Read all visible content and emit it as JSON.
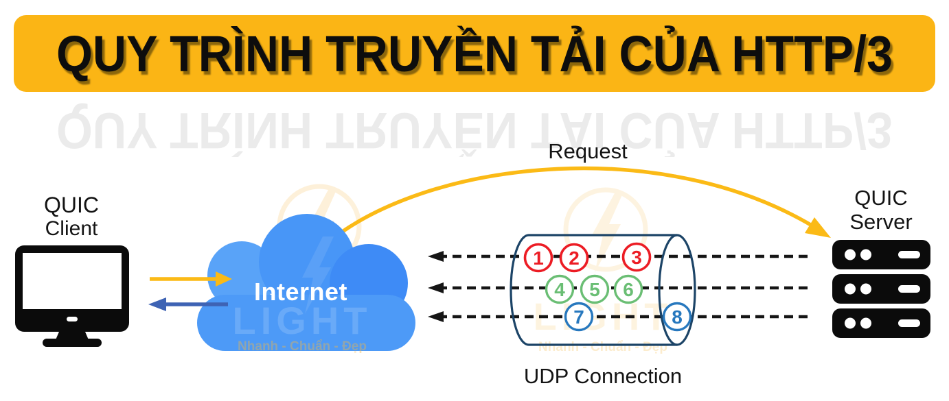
{
  "banner": {
    "title": "QUY TRÌNH TRUYỀN TẢI CỦA HTTP/3",
    "bg_color": "#FBB515",
    "text_color": "#0D0D0D"
  },
  "reflection": {
    "text": "QUY TRÌNH TRUYỀN TẢI CỦA HTTP/3"
  },
  "client": {
    "label_line1": "QUIC",
    "label_line2": "Client"
  },
  "server": {
    "label_line1": "QUIC",
    "label_line2": "Server"
  },
  "internet": {
    "label": "Internet",
    "cloud_color": "#4A95F7"
  },
  "arrows": {
    "request_label": "Request",
    "request_color": "#FBBA16",
    "client_to_internet_color": "#FBBA16",
    "internet_to_client_color": "#3E63B4",
    "response_dash_color": "#151515",
    "response_count": 3
  },
  "udp": {
    "label": "UDP Connection",
    "cylinder_color": "#1C4467"
  },
  "streams": {
    "red": {
      "color": "#EC1C24",
      "items": [
        "1",
        "2",
        "3"
      ]
    },
    "green": {
      "color": "#6ABE74",
      "items": [
        "4",
        "5",
        "6"
      ]
    },
    "blue": {
      "color": "#2778BE",
      "items": [
        "7",
        "8"
      ]
    }
  },
  "watermark": {
    "brand": "LIGHT",
    "tagline": "Nhanh - Chuẩn - Đẹp"
  }
}
